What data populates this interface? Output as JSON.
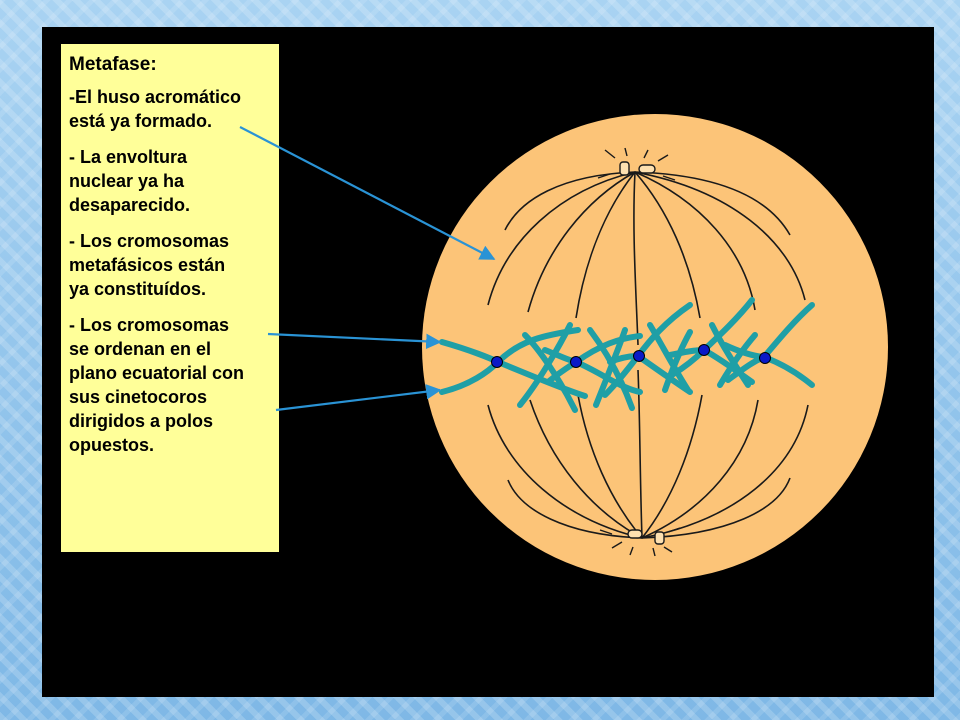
{
  "title": "Metafase:",
  "items": [
    "-El huso acromático\nestá ya formado.",
    "- La envoltura\nnuclear ya ha\ndesaparecido.",
    "- Los cromosomas\nmetafásicos están\nya constituídos.",
    "- Los cromosomas\nse ordenan en el\nplano ecuatorial con\nsus cinetocoros\ndirigidos a polos\nopuestos."
  ],
  "colors": {
    "cell": "#fcc478",
    "cell_edge": "#f7b865",
    "chromosome": "#1f9fa6",
    "kinetochore": "#0a19c8",
    "arrow": "#2a93d5",
    "spindle": "#1a1a1a",
    "textbox": "#ffff99"
  },
  "icons": {
    "centrosome": "centriole-pair-icon"
  }
}
